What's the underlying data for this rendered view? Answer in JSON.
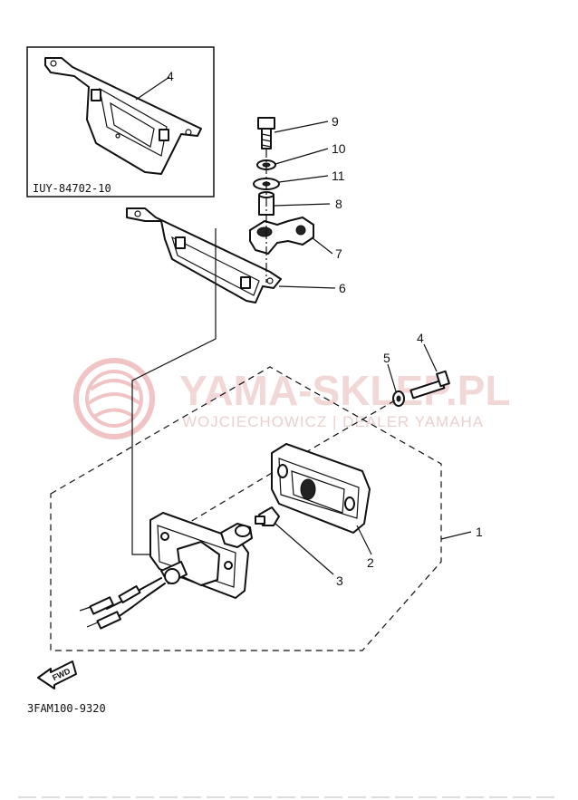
{
  "watermark": {
    "title": "YAMA-SKLEP.PL",
    "subtitle": "WOJCIECHOWICZ | DEALER YAMAHA"
  },
  "inset": {
    "code": "IUY-84702-10"
  },
  "callouts": [
    {
      "id": "c4a",
      "text": "4"
    },
    {
      "id": "c9",
      "text": "9"
    },
    {
      "id": "c10",
      "text": "10"
    },
    {
      "id": "c11",
      "text": "11"
    },
    {
      "id": "c8",
      "text": "8"
    },
    {
      "id": "c7",
      "text": "7"
    },
    {
      "id": "c6",
      "text": "6"
    },
    {
      "id": "c5",
      "text": "5"
    },
    {
      "id": "c4b",
      "text": "4"
    },
    {
      "id": "c1",
      "text": "1"
    },
    {
      "id": "c2",
      "text": "2"
    },
    {
      "id": "c3",
      "text": "3"
    }
  ],
  "fwd": {
    "text": "FWD"
  },
  "diagram_code": "3FAM100-9320"
}
